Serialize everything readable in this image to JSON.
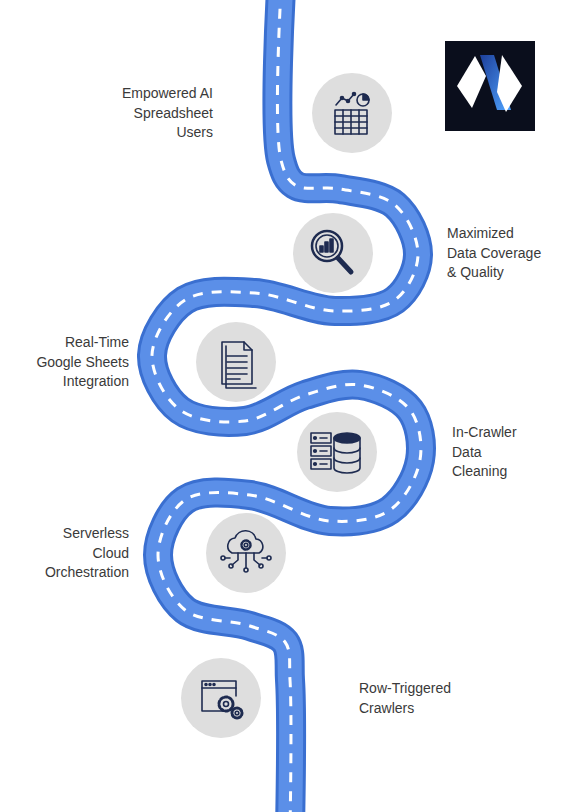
{
  "diagram": {
    "nodes": [
      {
        "text": [
          "Empowered AI Spreadsheet Users"
        ]
      },
      {
        "text": [
          "Maximized Data Coverage & Quality"
        ]
      },
      {
        "text": [
          "Real-Time Google Sheets Integration"
        ]
      },
      {
        "text": [
          "In-Crawler Data Cleaning"
        ]
      },
      {
        "text": [
          "Serverless Cloud Orchestration"
        ]
      },
      {
        "text": [
          "Row-Triggered Crawlers"
        ]
      }
    ]
  }
}
